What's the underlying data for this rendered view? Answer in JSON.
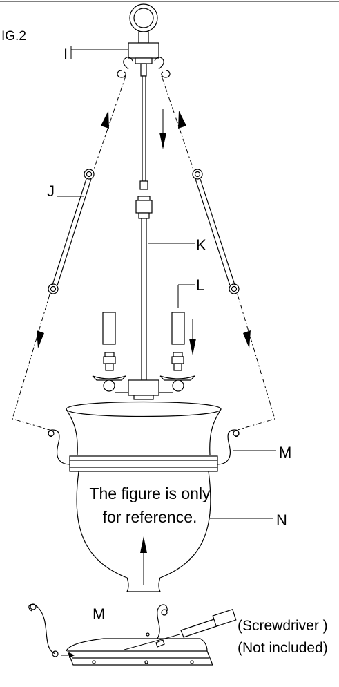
{
  "figure_label": "IG.2",
  "callouts": {
    "I": "I",
    "J": "J",
    "K": "K",
    "L": "L",
    "M": "M",
    "N": "N",
    "M_detail": "M"
  },
  "note": {
    "line1": "The figure is only",
    "line2": "for reference."
  },
  "tool_note": {
    "line1": "(Screwdriver )",
    "line2": "(Not included)"
  }
}
